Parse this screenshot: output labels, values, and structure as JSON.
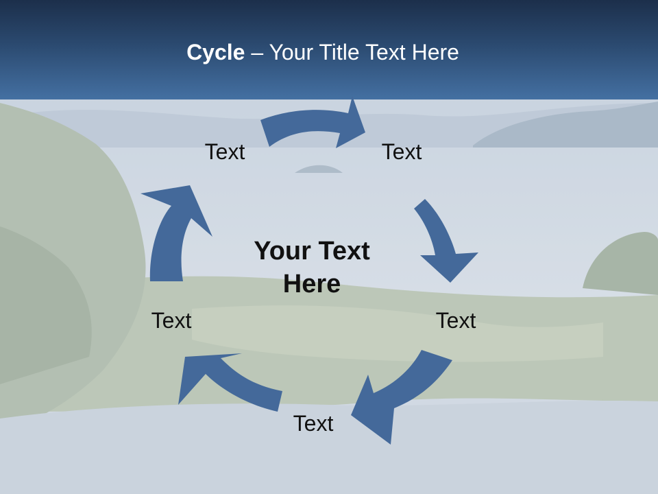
{
  "slide": {
    "title_bold": "Cycle",
    "title_rest": " – Your Title Text Here",
    "center_line1": "Your Text",
    "center_line2": "Here",
    "labels": [
      "Text",
      "Text",
      "Text",
      "Text",
      "Text"
    ]
  },
  "colors": {
    "arrow": "#44699a",
    "header_top": "#1c2f4b",
    "header_bottom": "#4470a2",
    "text": "#111111"
  }
}
